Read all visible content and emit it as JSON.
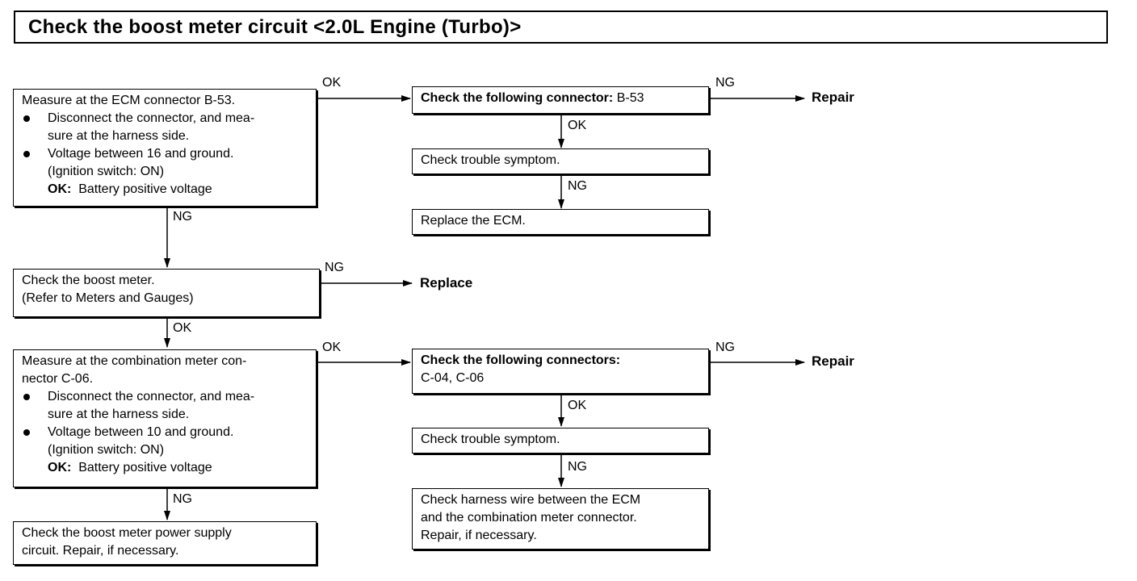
{
  "title": "Check the boost meter circuit <2.0L Engine (Turbo)>",
  "boxes": {
    "ecm_measure": {
      "line1": "Measure at the ECM connector B-53.",
      "b1a": "Disconnect the connector, and mea-",
      "b1b": "sure at the harness side.",
      "b2a": "Voltage between 16 and ground.",
      "b2b": "(Ignition switch: ON)",
      "ok_label": "OK:",
      "ok_value": "Battery positive voltage"
    },
    "check_b53": {
      "bold": "Check the following connector:",
      "rest": "B-53"
    },
    "trouble1": {
      "text": "Check trouble symptom."
    },
    "replace_ecm": {
      "text": "Replace the ECM."
    },
    "boost_meter": {
      "line1": "Check the boost meter.",
      "line2": "(Refer to Meters and Gauges)"
    },
    "combo_measure": {
      "line1": "Measure at the combination meter con-",
      "line2": "nector C-06.",
      "b1a": "Disconnect the connector, and mea-",
      "b1b": "sure at the harness side.",
      "b2a": "Voltage between 10 and ground.",
      "b2b": "(Ignition switch: ON)",
      "ok_label": "OK:",
      "ok_value": "Battery positive voltage"
    },
    "check_c04": {
      "line1": "Check the following connectors:",
      "line2": "C-04, C-06"
    },
    "trouble2": {
      "text": "Check trouble symptom."
    },
    "harness": {
      "line1": "Check harness wire between the ECM",
      "line2": "and the combination meter connector.",
      "line3": "Repair, if necessary."
    },
    "power_supply": {
      "line1": "Check the boost meter power supply",
      "line2": "circuit. Repair, if necessary."
    }
  },
  "labels": {
    "ok": "OK",
    "ng": "NG",
    "repair": "Repair",
    "replace": "Replace"
  }
}
